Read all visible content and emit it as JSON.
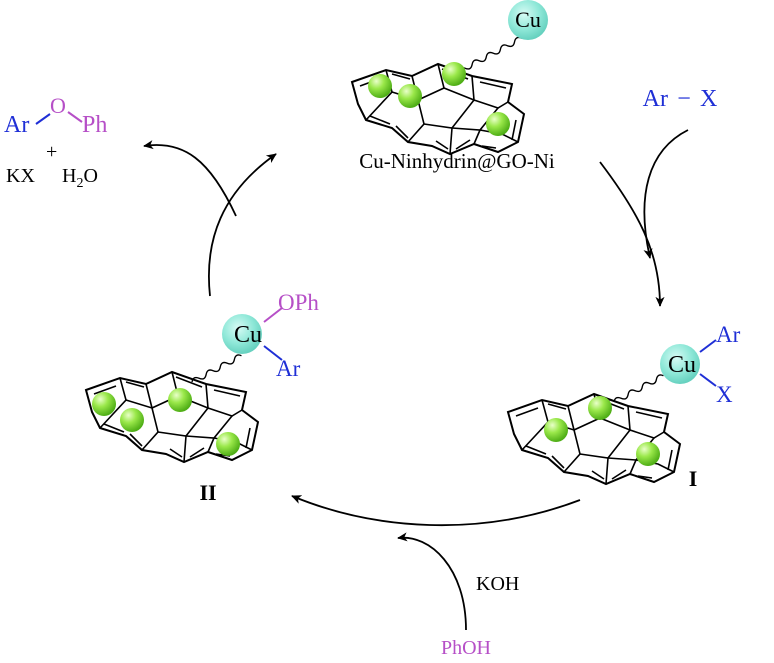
{
  "colors": {
    "reagent_blue": "#1f2fd6",
    "phenoxy_purple": "#b64fc7",
    "copper_cyan": "#7fe3d3",
    "nickel_green": "#8ee23b",
    "ink": "#000000"
  },
  "catalyst": {
    "metal": "Cu",
    "name": "Cu-Ninhydrin@GO-Ni"
  },
  "reagent_in": {
    "aryl": "Ar",
    "dash": "−",
    "halide": "X"
  },
  "intermediate_1": {
    "label": "I",
    "metal": "Cu",
    "ligand_top": "Ar",
    "ligand_bottom": "X"
  },
  "intermediate_2": {
    "label": "II",
    "metal": "Cu",
    "ligand_top": "OPh",
    "ligand_bottom": "Ar"
  },
  "product": {
    "ar": "Ar",
    "o": "O",
    "ph": "Ph",
    "plus": "+",
    "byproduct_salt": "KX",
    "water_h": "H",
    "water_sub": "2",
    "water_o": "O"
  },
  "base": {
    "label": "KOH"
  },
  "phenol": {
    "label": "PhOH"
  },
  "icons": [
    "copper-atom-icon",
    "nickel-particle-icon",
    "graphene-sheet-icon",
    "curved-arrow-icon"
  ]
}
